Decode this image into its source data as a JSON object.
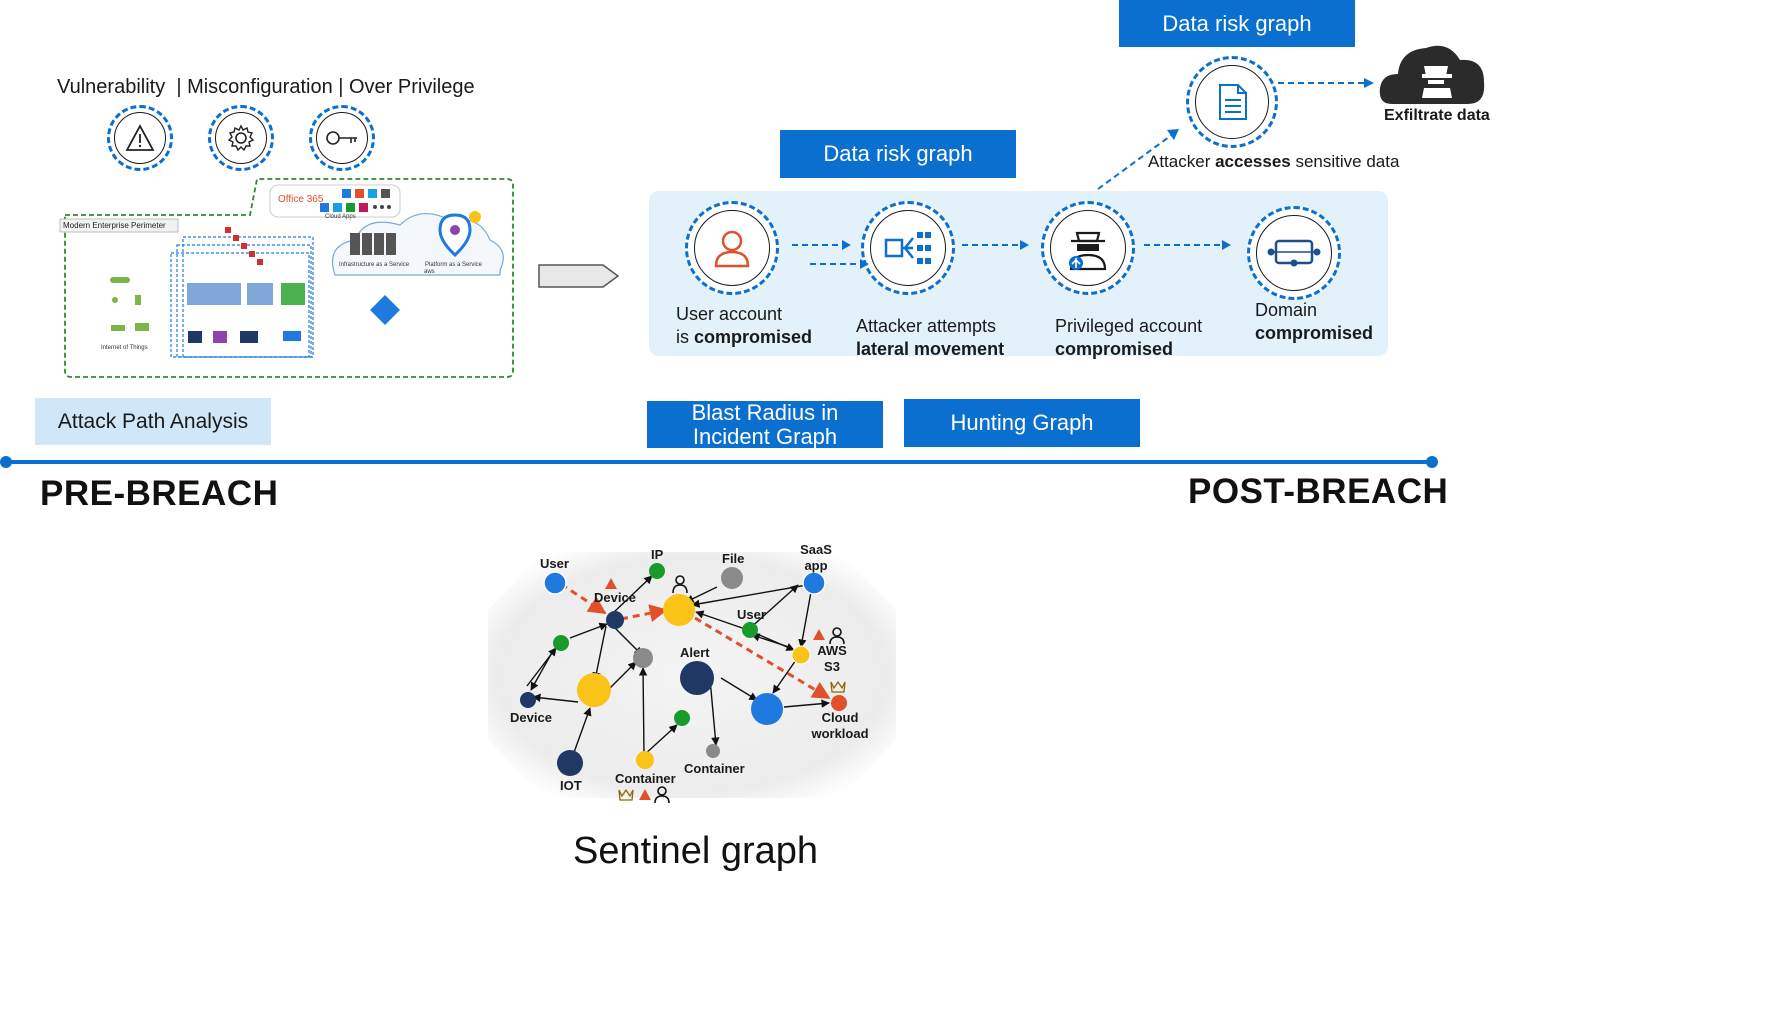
{
  "pre_breach": {
    "risk_labels": "Vulnerability  | Misconfiguration | Over Privilege",
    "perimeter_title": "Modern Enterprise Perimeter",
    "office365": "Office 365",
    "cloud_apps": "Cloud Apps",
    "iaas": "Infrastructure as a Service",
    "paas": "Platform as a Service",
    "aws": "aws",
    "iot": "Internet of Things",
    "attack_path_label": "Attack Path Analysis"
  },
  "post_breach": {
    "top_data_risk_label": "Data risk graph",
    "mid_data_risk_label": "Data risk graph",
    "exfiltrate": "Exfiltrate data",
    "attacker_access_prefix": "Attacker ",
    "attacker_access_bold": "accesses",
    "attacker_access_suffix": " sensitive data",
    "steps": [
      {
        "line1": "User account",
        "line2_prefix": "is ",
        "line2_bold": "compromised"
      },
      {
        "line1": "Attacker attempts",
        "line2_bold": "lateral movement"
      },
      {
        "line1": "Privileged account",
        "line2_bold": "compromised"
      },
      {
        "line1": "Domain",
        "line2_bold": "compromised"
      }
    ],
    "blast_radius_label": "Blast Radius in Incident Graph",
    "hunting_label": "Hunting Graph"
  },
  "timeline": {
    "left": "PRE-BREACH",
    "right": "POST-BREACH"
  },
  "graph": {
    "caption": "Sentinel graph",
    "labels": {
      "user1": "User",
      "ip": "IP",
      "file": "File",
      "saas": "SaaS app",
      "device_top": "Device",
      "user2": "User",
      "alert": "Alert",
      "aws": "AWS S3",
      "device_left": "Device",
      "cloud": "Cloud workload",
      "container1": "Container",
      "container2": "Container",
      "iot": "IOT"
    }
  },
  "colors": {
    "accent_blue": "#0a6fcf",
    "light_blue": "#cfe7f8",
    "panel_blue": "#e3f1fb",
    "attack_red": "#e0502a",
    "node_yellow": "#fbc218",
    "node_navy": "#203864",
    "node_green": "#1a9a2a",
    "node_gray": "#8a8a8a",
    "node_blue": "#1f7ae0"
  },
  "icons": [
    "warning-icon",
    "gear-icon",
    "key-icon",
    "user-icon",
    "lateral-movement-icon",
    "hacker-icon",
    "domain-icon",
    "document-icon",
    "cloud-hacker-icon",
    "arrow-right-icon"
  ]
}
